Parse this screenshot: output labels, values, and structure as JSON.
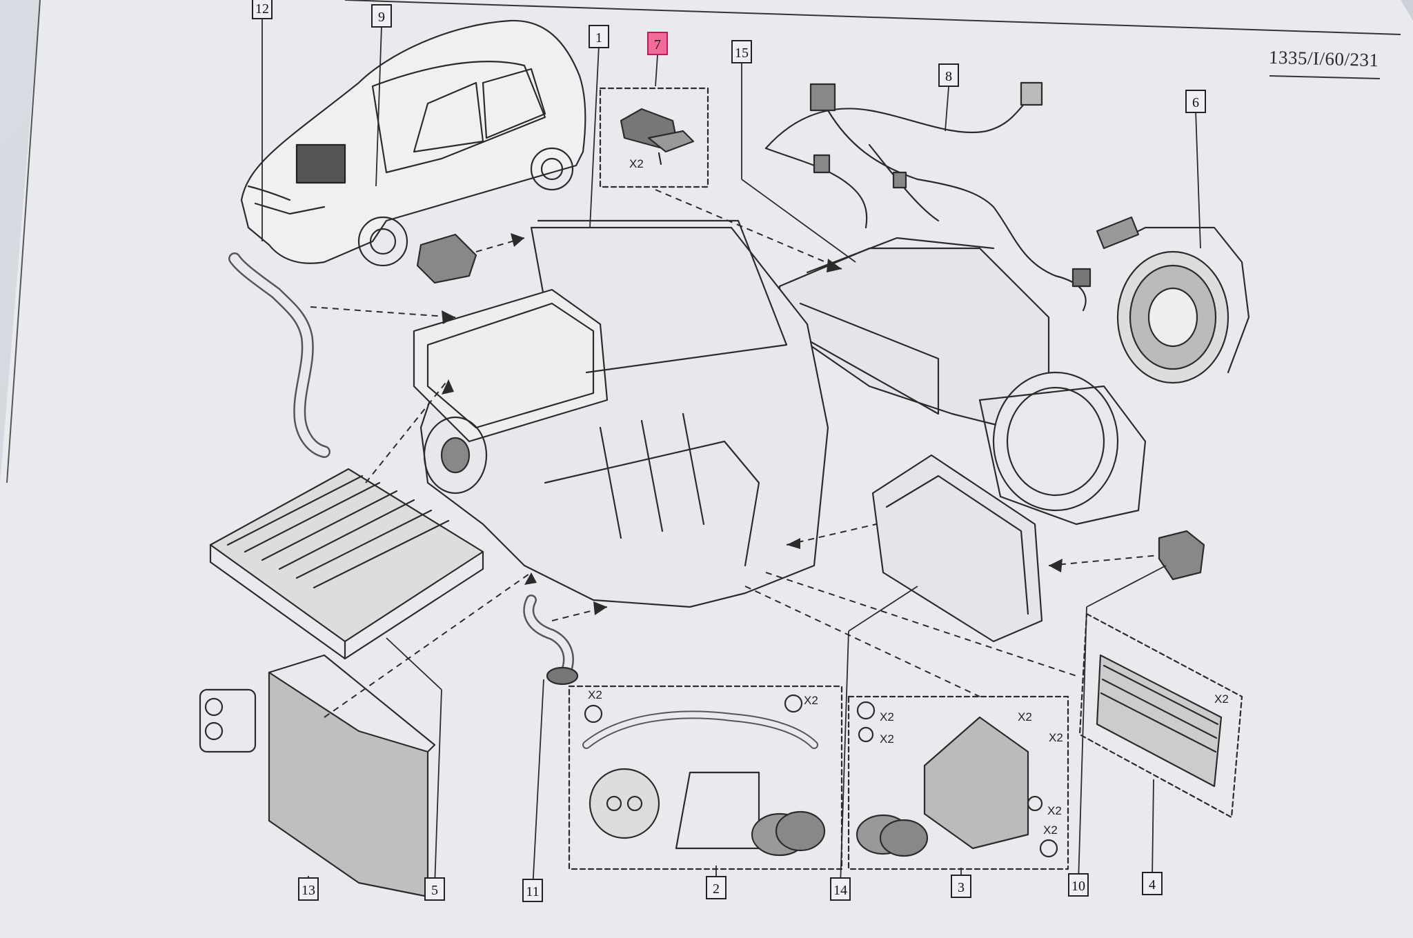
{
  "document": {
    "reference_code": "1335/I/60/231"
  },
  "callouts": [
    {
      "id": "c12",
      "label": "12"
    },
    {
      "id": "c9",
      "label": "9"
    },
    {
      "id": "c1",
      "label": "1"
    },
    {
      "id": "c7",
      "label": "7",
      "highlighted": true
    },
    {
      "id": "c15",
      "label": "15"
    },
    {
      "id": "c8",
      "label": "8"
    },
    {
      "id": "c6",
      "label": "6"
    },
    {
      "id": "c13",
      "label": "13"
    },
    {
      "id": "c5",
      "label": "5"
    },
    {
      "id": "c11",
      "label": "11"
    },
    {
      "id": "c2",
      "label": "2"
    },
    {
      "id": "c14",
      "label": "14"
    },
    {
      "id": "c3",
      "label": "3"
    },
    {
      "id": "c10",
      "label": "10"
    },
    {
      "id": "c4",
      "label": "4"
    }
  ],
  "quantity_marks": {
    "x2": "X2"
  },
  "colors": {
    "paper": "#e9ebef",
    "ink": "#2b2b2b",
    "highlight": "#f06a9a"
  }
}
